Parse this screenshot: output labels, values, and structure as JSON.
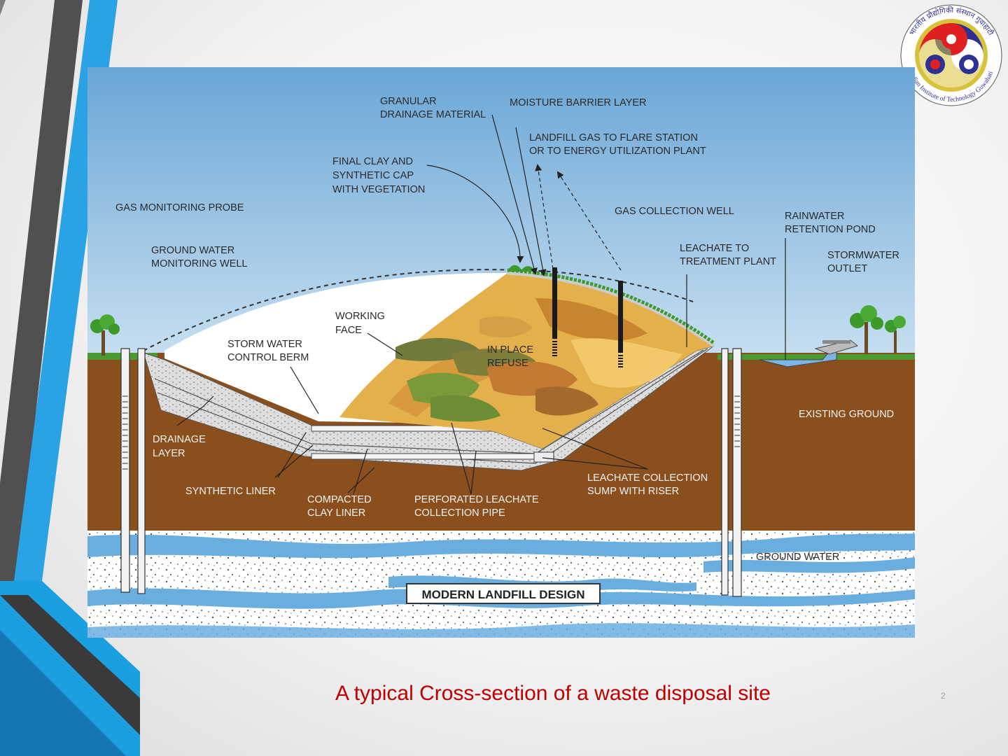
{
  "slide": {
    "caption": "A typical Cross-section of a waste disposal site",
    "page_number": "2"
  },
  "logo": {
    "text_hindi": "भारतीय प्रौद्योगिकी संस्थान गुवाहाटी",
    "text_english": "Indian Institute of Technology Guwahati"
  },
  "diagram": {
    "title": "MODERN LANDFILL DESIGN",
    "labels": {
      "granular_1": "GRANULAR",
      "granular_2": "DRAINAGE MATERIAL",
      "moisture_barrier": "MOISTURE BARRIER LAYER",
      "landfill_gas_1": "LANDFILL GAS TO FLARE STATION",
      "landfill_gas_2": "OR TO ENERGY UTILIZATION PLANT",
      "final_clay_1": "FINAL CLAY AND",
      "final_clay_2": "SYNTHETIC CAP",
      "final_clay_3": "WITH VEGETATION",
      "gas_probe": "GAS MONITORING PROBE",
      "gas_well": "GAS COLLECTION WELL",
      "rain_pond_1": "RAINWATER",
      "rain_pond_2": "RETENTION POND",
      "gw_well_1": "GROUND WATER",
      "gw_well_2": "MONITORING WELL",
      "leachate_plant_1": "LEACHATE TO",
      "leachate_plant_2": "TREATMENT PLANT",
      "storm_outlet_1": "STORMWATER",
      "storm_outlet_2": "OUTLET",
      "working_face_1": "WORKING",
      "working_face_2": "FACE",
      "storm_berm_1": "STORM WATER",
      "storm_berm_2": "CONTROL BERM",
      "in_place_1": "IN PLACE",
      "in_place_2": "REFUSE",
      "existing_ground": "EXISTING GROUND",
      "drainage_layer_1": "DRAINAGE",
      "drainage_layer_2": "LAYER",
      "synthetic_liner": "SYNTHETIC LINER",
      "compacted_1": "COMPACTED",
      "compacted_2": "CLAY LINER",
      "perforated_1": "PERFORATED LEACHATE",
      "perforated_2": "COLLECTION PIPE",
      "sump_1": "LEACHATE COLLECTION",
      "sump_2": "SUMP WITH RISER",
      "ground_water": "GROUND WATER"
    }
  }
}
